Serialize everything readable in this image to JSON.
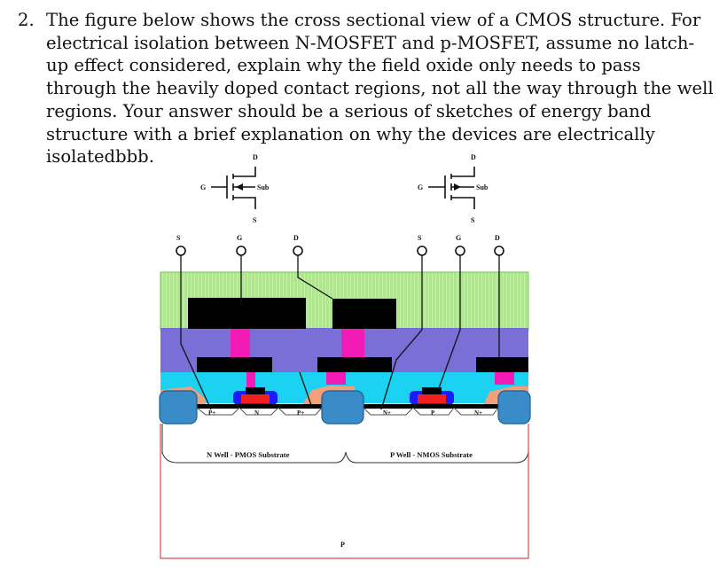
{
  "question": {
    "number": "2.",
    "text": "The figure below shows the cross sectional view of a CMOS structure. For electrical isolation between N-MOSFET and p-MOSFET, assume no latch-up effect considered, explain why the field oxide only needs to pass through the heavily doped contact regions, not all the way through the well regions.  Your answer should be a serious of sketches of energy band structure with a brief explanation on why the devices are electrically isolatedbbb."
  },
  "figure": {
    "pmos_symbol": {
      "drain": "D",
      "gate": "G",
      "source": "S",
      "substrate": "Sub"
    },
    "nmos_symbol": {
      "drain": "D",
      "gate": "G",
      "source": "S",
      "substrate": "Sub"
    },
    "left_terminals": [
      "S",
      "G",
      "D"
    ],
    "right_terminals": [
      "S",
      "G",
      "D"
    ],
    "regions": {
      "p_plus_left": "P+",
      "n_channel": "N",
      "p_plus_right": "P+",
      "n_plus_left": "N+",
      "p_channel": "P",
      "n_plus_right": "N+"
    },
    "nwell_label": "N Well - PMOS Substrate",
    "pwell_label": "P Well - NMOS Substrate",
    "substrate_label": "P"
  }
}
